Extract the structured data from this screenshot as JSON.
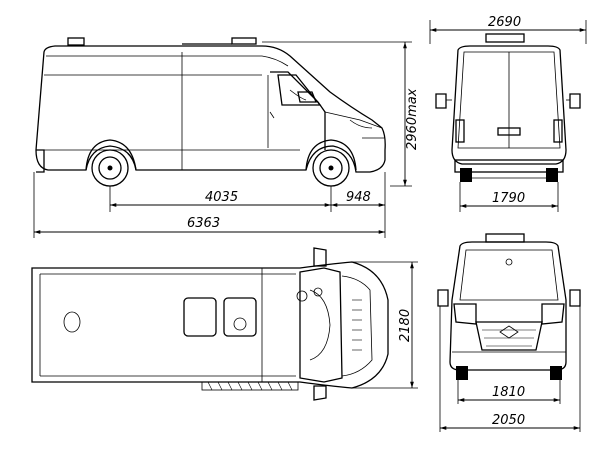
{
  "dimensions": {
    "side_wheelbase": "4035",
    "side_rear_overhang": "948",
    "side_total_length": "6363",
    "side_height": "2960max",
    "rear_top_width": "2690",
    "rear_bottom_width": "1790",
    "plan_width": "2180",
    "front_inner_width": "1810",
    "front_total_width": "2050"
  }
}
